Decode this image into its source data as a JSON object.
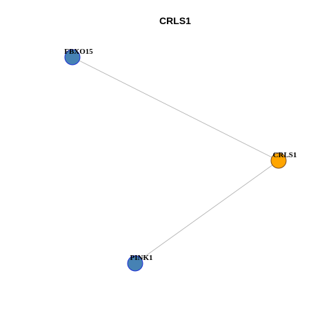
{
  "title": "CRLS1",
  "colors": {
    "edge": "#b3b3b3",
    "center_fill": "#ffa500",
    "center_stroke": "#7a4a20",
    "neighbor_fill": "#4682b4",
    "neighbor_stroke": "#1c2ed6"
  },
  "nodes": [
    {
      "id": "CRLS1",
      "label": "CRLS1",
      "role": "center"
    },
    {
      "id": "FBXO15",
      "label": "FBXO15",
      "role": "neighbor"
    },
    {
      "id": "PINK1",
      "label": "PINK1",
      "role": "neighbor"
    }
  ],
  "edges": [
    {
      "source": "FBXO15",
      "target": "CRLS1"
    },
    {
      "source": "PINK1",
      "target": "CRLS1"
    }
  ]
}
